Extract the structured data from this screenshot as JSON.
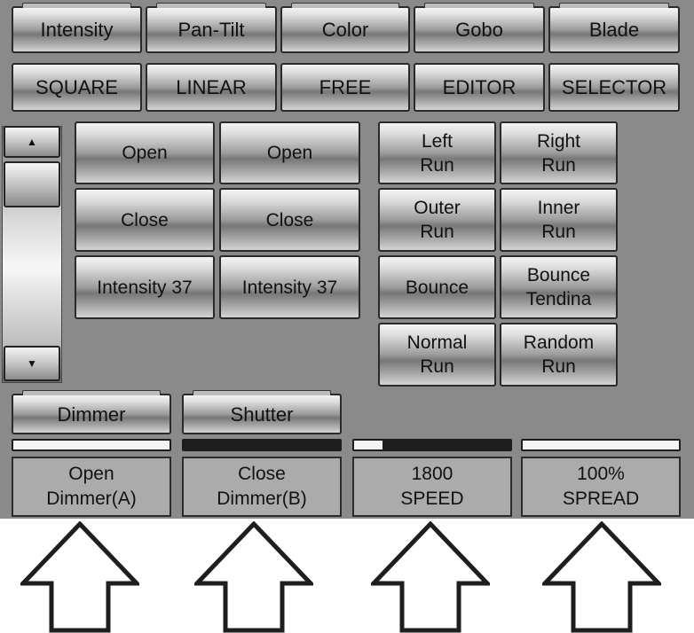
{
  "tabs": [
    "Intensity",
    "Pan-Tilt",
    "Color",
    "Gobo",
    "Blade"
  ],
  "modes": [
    "SQUARE",
    "LINEAR",
    "FREE",
    "EDITOR",
    "SELECTOR"
  ],
  "scroll": {
    "up_glyph": "▲",
    "down_glyph": "▼"
  },
  "presets": {
    "col1": [
      "Open",
      "Close",
      "Intensity 37"
    ],
    "col2": [
      "Open",
      "Close",
      "Intensity 37"
    ]
  },
  "effects": {
    "col1": [
      "Left\nRun",
      "Outer\nRun",
      "Bounce",
      "Normal\nRun"
    ],
    "col2": [
      "Right\nRun",
      "Inner\nRun",
      "Bounce\nTendina",
      "Random\nRun"
    ]
  },
  "encoder_buttons": [
    "Dimmer",
    "Shutter"
  ],
  "encoder_levels": [
    1.0,
    0.0,
    0.18,
    1.0
  ],
  "readouts": [
    "Open\nDimmer(A)",
    "Close\nDimmer(B)",
    "1800\nSPEED",
    "100%\nSPREAD"
  ],
  "arrow_icon": "up-arrow-outline-icon"
}
